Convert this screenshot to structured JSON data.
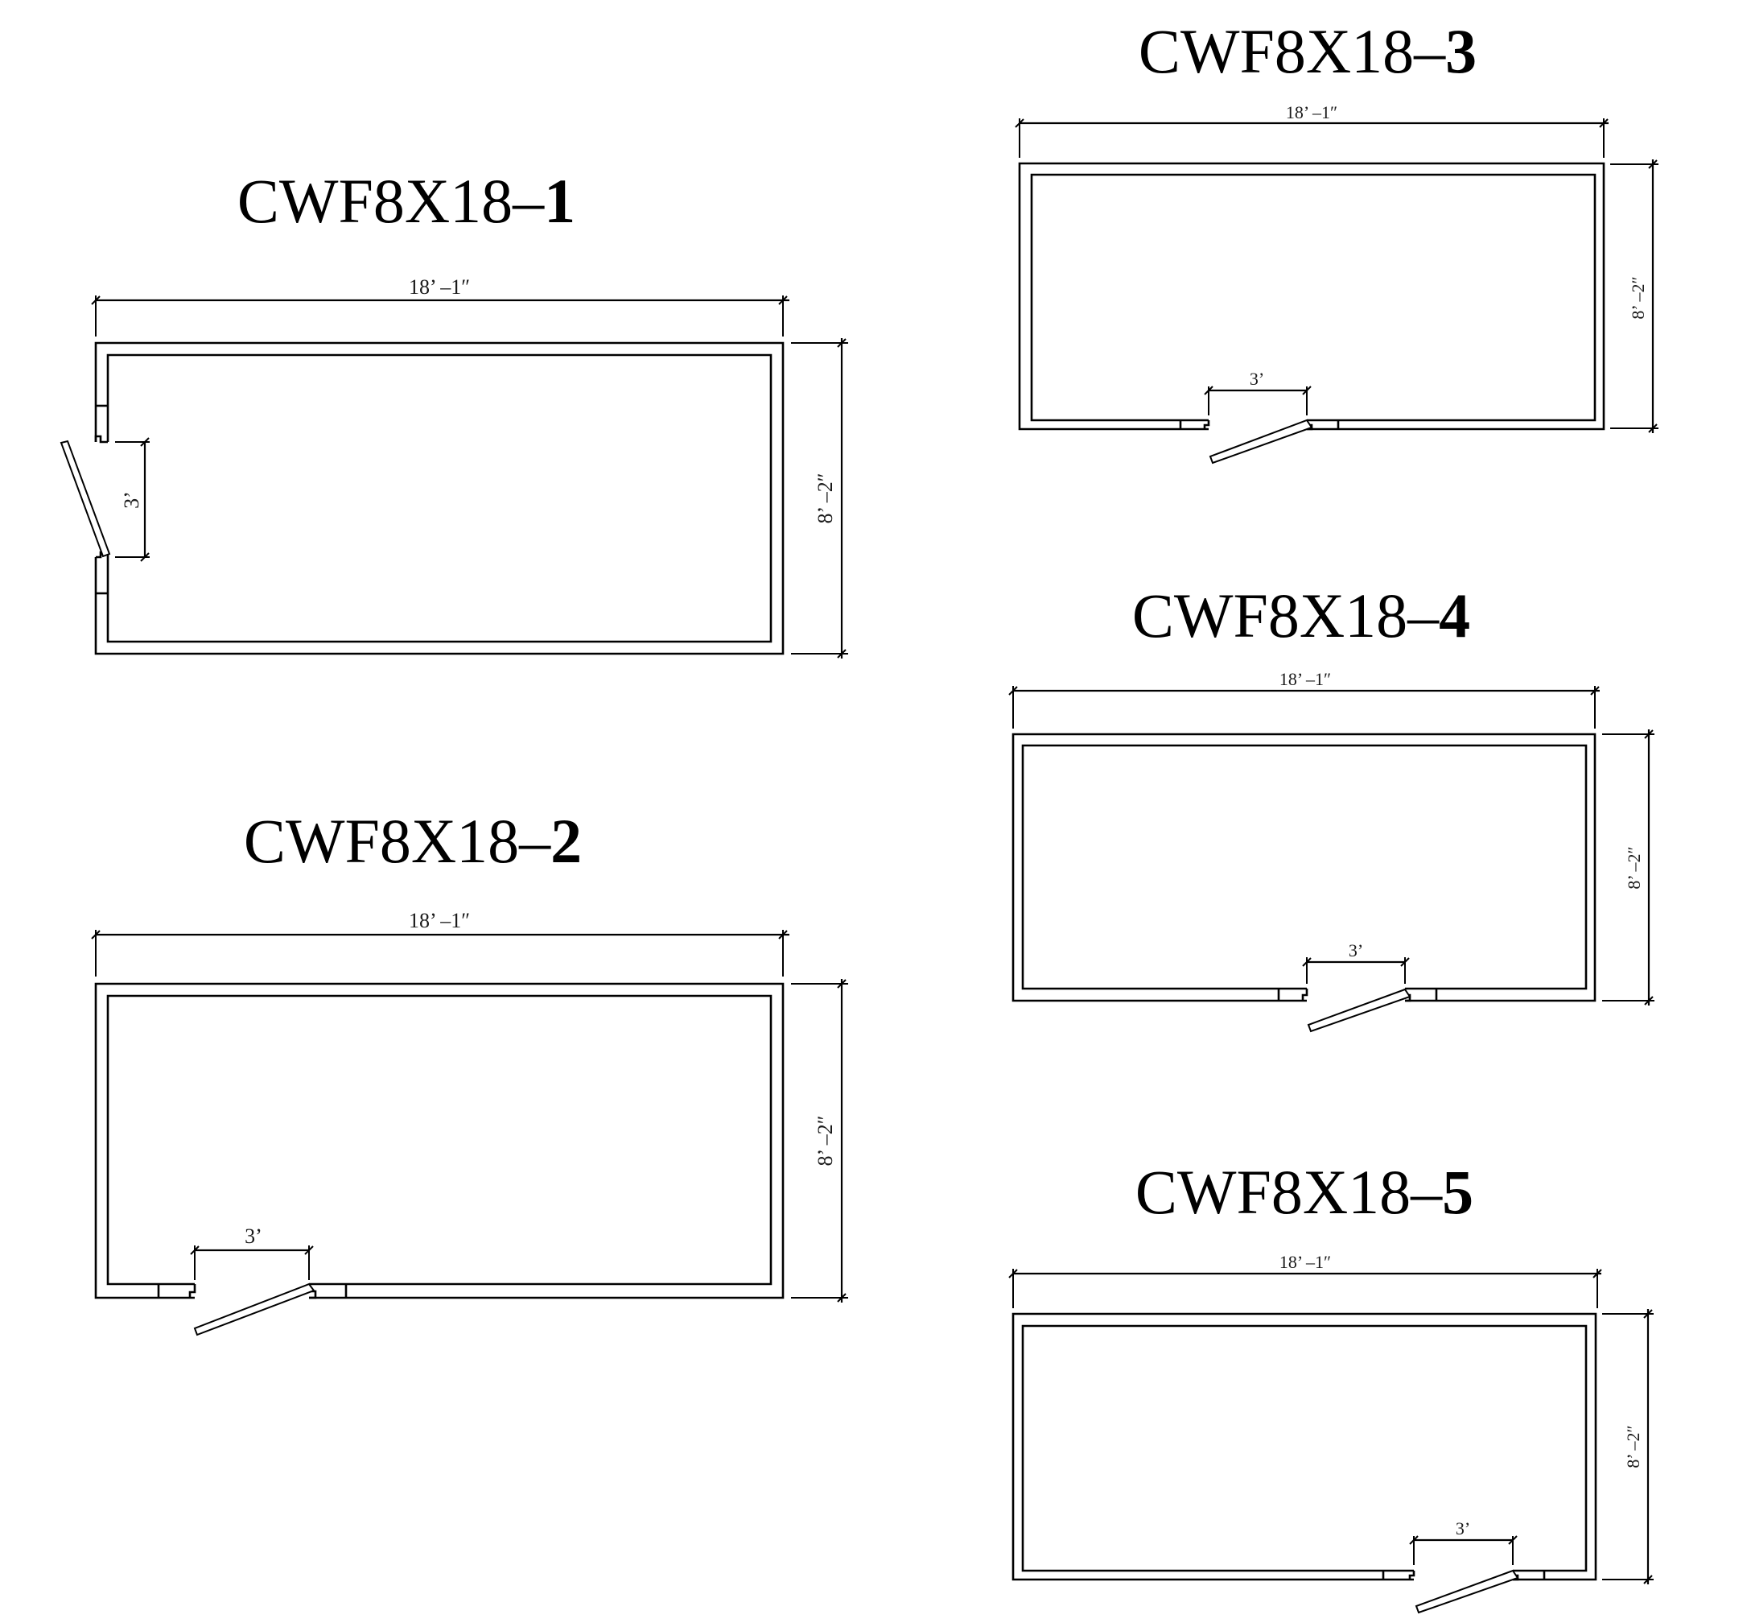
{
  "document": {
    "background": "#ffffff",
    "line_color": "#000000"
  },
  "plans": [
    {
      "id": "plan-1",
      "title_prefix": "CWF8X18–",
      "title_number": "1",
      "width_label": "18’ –1″",
      "depth_label": "8’ –2″",
      "door_label": "3’",
      "door_wall": "left"
    },
    {
      "id": "plan-2",
      "title_prefix": "CWF8X18–",
      "title_number": "2",
      "width_label": "18’ –1″",
      "depth_label": "8’ –2″",
      "door_label": "3’",
      "door_wall": "front-left"
    },
    {
      "id": "plan-3",
      "title_prefix": "CWF8X18–",
      "title_number": "3",
      "width_label": "18’ –1″",
      "depth_label": "8’ –2″",
      "door_label": "3’",
      "door_wall": "front-center-left"
    },
    {
      "id": "plan-4",
      "title_prefix": "CWF8X18–",
      "title_number": "4",
      "width_label": "18’ –1″",
      "depth_label": "8’ –2″",
      "door_label": "3’",
      "door_wall": "front-center"
    },
    {
      "id": "plan-5",
      "title_prefix": "CWF8X18–",
      "title_number": "5",
      "width_label": "18’ –1″",
      "depth_label": "8’ –2″",
      "door_label": "3’",
      "door_wall": "front-right"
    }
  ]
}
